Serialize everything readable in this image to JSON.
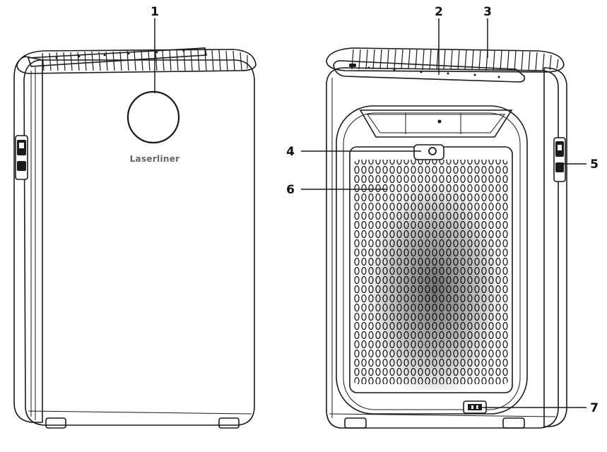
{
  "brand_label": "Laserliner",
  "callouts": {
    "c1": "1",
    "c2": "2",
    "c3": "3",
    "c4": "4",
    "c5": "5",
    "c6": "6",
    "c7": "7"
  }
}
